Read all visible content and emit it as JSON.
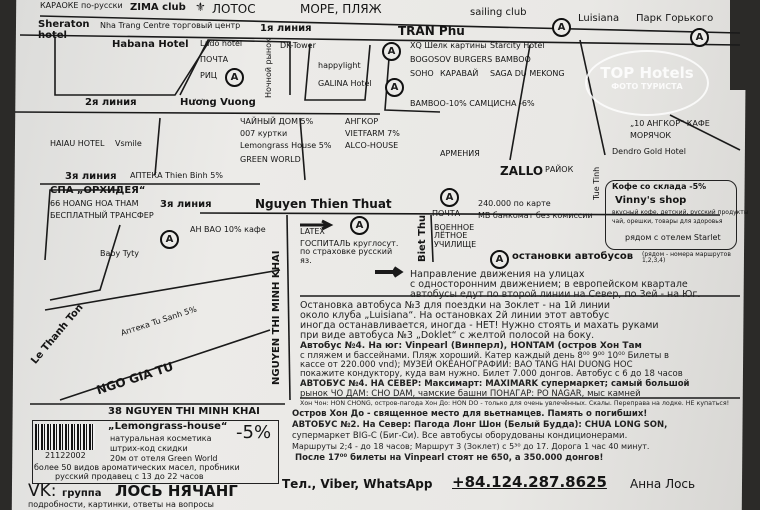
{
  "header": {
    "karaoke": "КАРАОКЕ по-русски",
    "zima_club": "ZIMA club",
    "lotus": "ЛОТОС",
    "sea_beach": "МОРЕ, ПЛЯЖ",
    "sailing_club": "sailing club",
    "luisiana": "Luisiana",
    "gorky_park": "Парк Горького",
    "sheraton": "Sheraton hotel",
    "nha_trang_centre": "Nha Trang Centre торговый центр"
  },
  "streets": {
    "line1": "1я линия",
    "line2": "2я линия",
    "line3": "3я линия",
    "line3b": "3я линия",
    "tran_phu": "TRAN Phu",
    "hung_vuong": "Hương Vuong",
    "nguyen_thien_thuat": "Nguyen Thien Thuat",
    "biet_thu": "Biet Thu",
    "le_thanh_ton": "Le Thanh Ton",
    "ngo_gia_tu": "NGO GIA TU",
    "nguyen_thi_minh_khai": "NGUYEN THI MINH KHAI",
    "tue_tinh": "Tue Tinh",
    "address_38": "38 NGUYEN THI MINH KHAI"
  },
  "places": [
    "Habana Hotel",
    "Lado hotel",
    "ПОЧТА",
    "РИЦ",
    "Ночной рынок",
    "DK-Tower",
    "happylight",
    "GALINA Hotel",
    "XQ Шелк картины",
    "Starcity Hotel",
    "BOGOSOV BURGERS",
    "BAMBOO",
    "SOHO",
    "КАРАВАЙ",
    "SAGA DU MEKONG",
    "ЧАЙНЫЙ ДОМ 5%",
    "007 куртки",
    "Lemongrass House 5%",
    "GREEN WORLD",
    "HAIAU HOTEL",
    "Vsmile",
    "СПА „ОРХИДЕЯ“",
    "66 HOANG HOA THAM",
    "БЕСПЛАТНЫЙ ТРАНСФЕР",
    "АПТЕКА Thien Binh 5%",
    "АНГКОР",
    "VIETFARM 7%",
    "ALCO-HOUSE",
    "BAMBOO-10% САМЦИСНА -6%",
    "ZALLO",
    "240.000 по карте",
    "АРМЕНИЯ",
    "РАЙОК",
    "MB банкомат без комиссии",
    "Dendro Gold Hotel",
    "МОРЯЧОК",
    "„10 АНГКОР“ КАФЕ",
    "АН ВАО 10% кафе",
    "LATEX",
    "ГОСПИТАЛЬ круглосут. по страховке русский яз.",
    "ВОЕННОЕ ЛЁТНОЕ УЧИЛИЩЕ",
    "ПОЧТА",
    "Baby Tyty",
    "Аптека Tu Sanh 5%"
  ],
  "vinnys": {
    "title": "Кофе со склада -5%",
    "shop": "Vinny's shop",
    "desc1": "вкусный кофе, детский, русский продукты",
    "desc2": "чай, орешки, товары для здоровья",
    "near": "рядом с отелем Starlet"
  },
  "legend": {
    "bus_stop_symbol": "A",
    "bus_stops": "остановки автобусов",
    "bus_stops_note": "(рядом - номера маршрутов 1,2,3,4)",
    "one_way_1": "Направление движения на улицах",
    "one_way_2": "с односторонним движением; в европейском квартале",
    "one_way_3": "автобусы едут по второй линии на Север, по 3ей - на Юг."
  },
  "info_lines": [
    "Остановка автобуса №3 для поездки на Зоклет - на 1й линии",
    "около клуба „Luisiana“. На остановках 2й линии этот автобус",
    "иногда останавливается, иногда - НЕТ! Нужно стоять и махать руками",
    "при виде автобуса №3 „Doklet“ с желтой полосой на боку.",
    "Автобус №4. На юг: Vinpearl (Винперл), HONTAM (остров Хон Там",
    "с пляжем и бассейнами. Пляж хороший. Катер каждый день 8⁰⁰ 9⁰⁰ 10⁰⁰ Билеты в",
    "кассе от 220.000 vnd); МУЗЕЙ ОКЕАНОГРАФИИ: BAO TANG HAI DUONG HOC",
    "покажите кондуктору, куда вам нужно. Билет 7.000 донгов. Автобус с 6 до 18 часов",
    "АВТОБУС №4. НА СЕВЕР: Максимарт: MAXIMARK супермаркет; самый большой",
    "рынок ЧО ДАМ: CHO DAM, чамские башни ПОНАГАР: PO NAGAR, мыс камней",
    "Хон Чон: HON CHONG, остров-пагода Хон До: HON DO - только для очень увлечённых. Скалы. Переправа на лодке. НЕ купаться!",
    "Остров Хон До - священное место для вьетнамцев. Память о погибших!",
    "АВТОБУС №2. На Север: Пагода Лонг Шон (Белый Будда): CHUA LONG SON,",
    "супермаркет BIG-C (Биг-Си). Все автобусы оборудованы кондиционерами.",
    "Маршруты 2;4 - до 18 часов; Маршрут 3 (Зоклет) с 5³⁰ до 17. Дорога 1 час 40 минут.",
    "После 17⁰⁰ билеты на Vinpearl стоят не 650, а 350.000 донгов!"
  ],
  "coupon": {
    "barcode": "21122002",
    "shop": "„Lemongrass-house“",
    "line1": "натуральная косметика",
    "line2": "штрих-код скидки",
    "line3": "20м от отеля Green World",
    "discount": "-5%",
    "line4": "более 50 видов ароматических масел, пробники",
    "line5": "русский продавец с 13 до 22 часов"
  },
  "footer": {
    "vk_label": "VK:",
    "vk_group": "группа",
    "vk_name": "ЛОСЬ НЯЧАНГ",
    "vk_sub": "подробности, картинки, ответы на вопросы",
    "contact_label": "Тел., Viber, WhatsApp",
    "phone": "+84.124.287.8625",
    "name": "Анна Лось"
  },
  "watermark": {
    "brand": "TOP Hotels",
    "sub": "ФОТО ТУРИСТА"
  }
}
